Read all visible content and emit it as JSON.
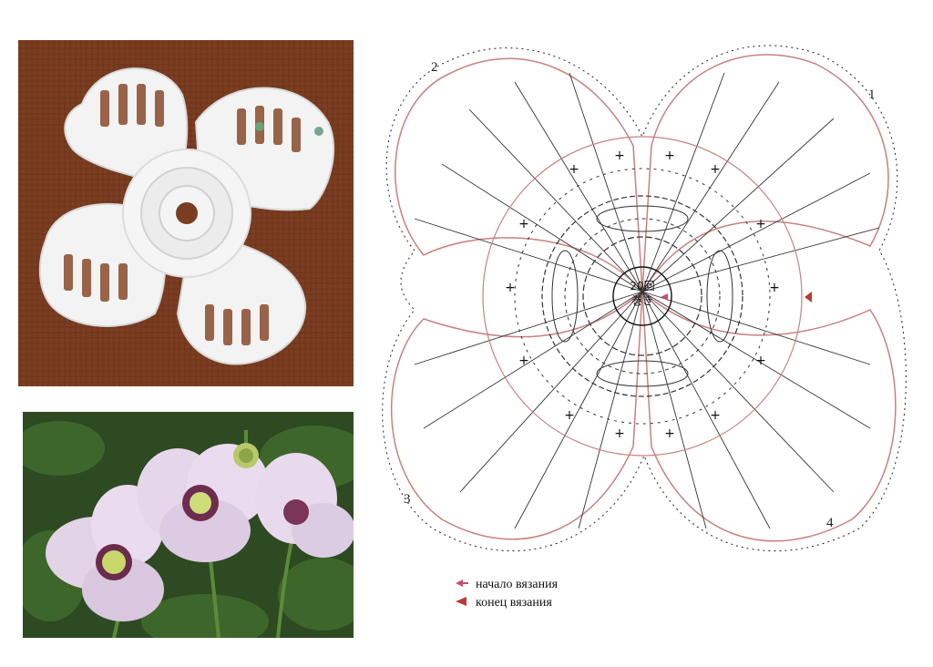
{
  "diagram": {
    "center_label_1": "20回",
    "center_label_2": "巻き",
    "petal_numbers": [
      "1",
      "2",
      "3",
      "4"
    ]
  },
  "legend": {
    "start_label": "начало вязания",
    "end_label": "конец вязания",
    "start_color": "#c0506a",
    "end_color": "#b83a3a"
  },
  "colors": {
    "background": "#ffffff",
    "crochet_bg": "#7a3d22",
    "thread": "#f2f2f2",
    "stitch_ink": "#222222",
    "guide_line": "#c98080"
  }
}
